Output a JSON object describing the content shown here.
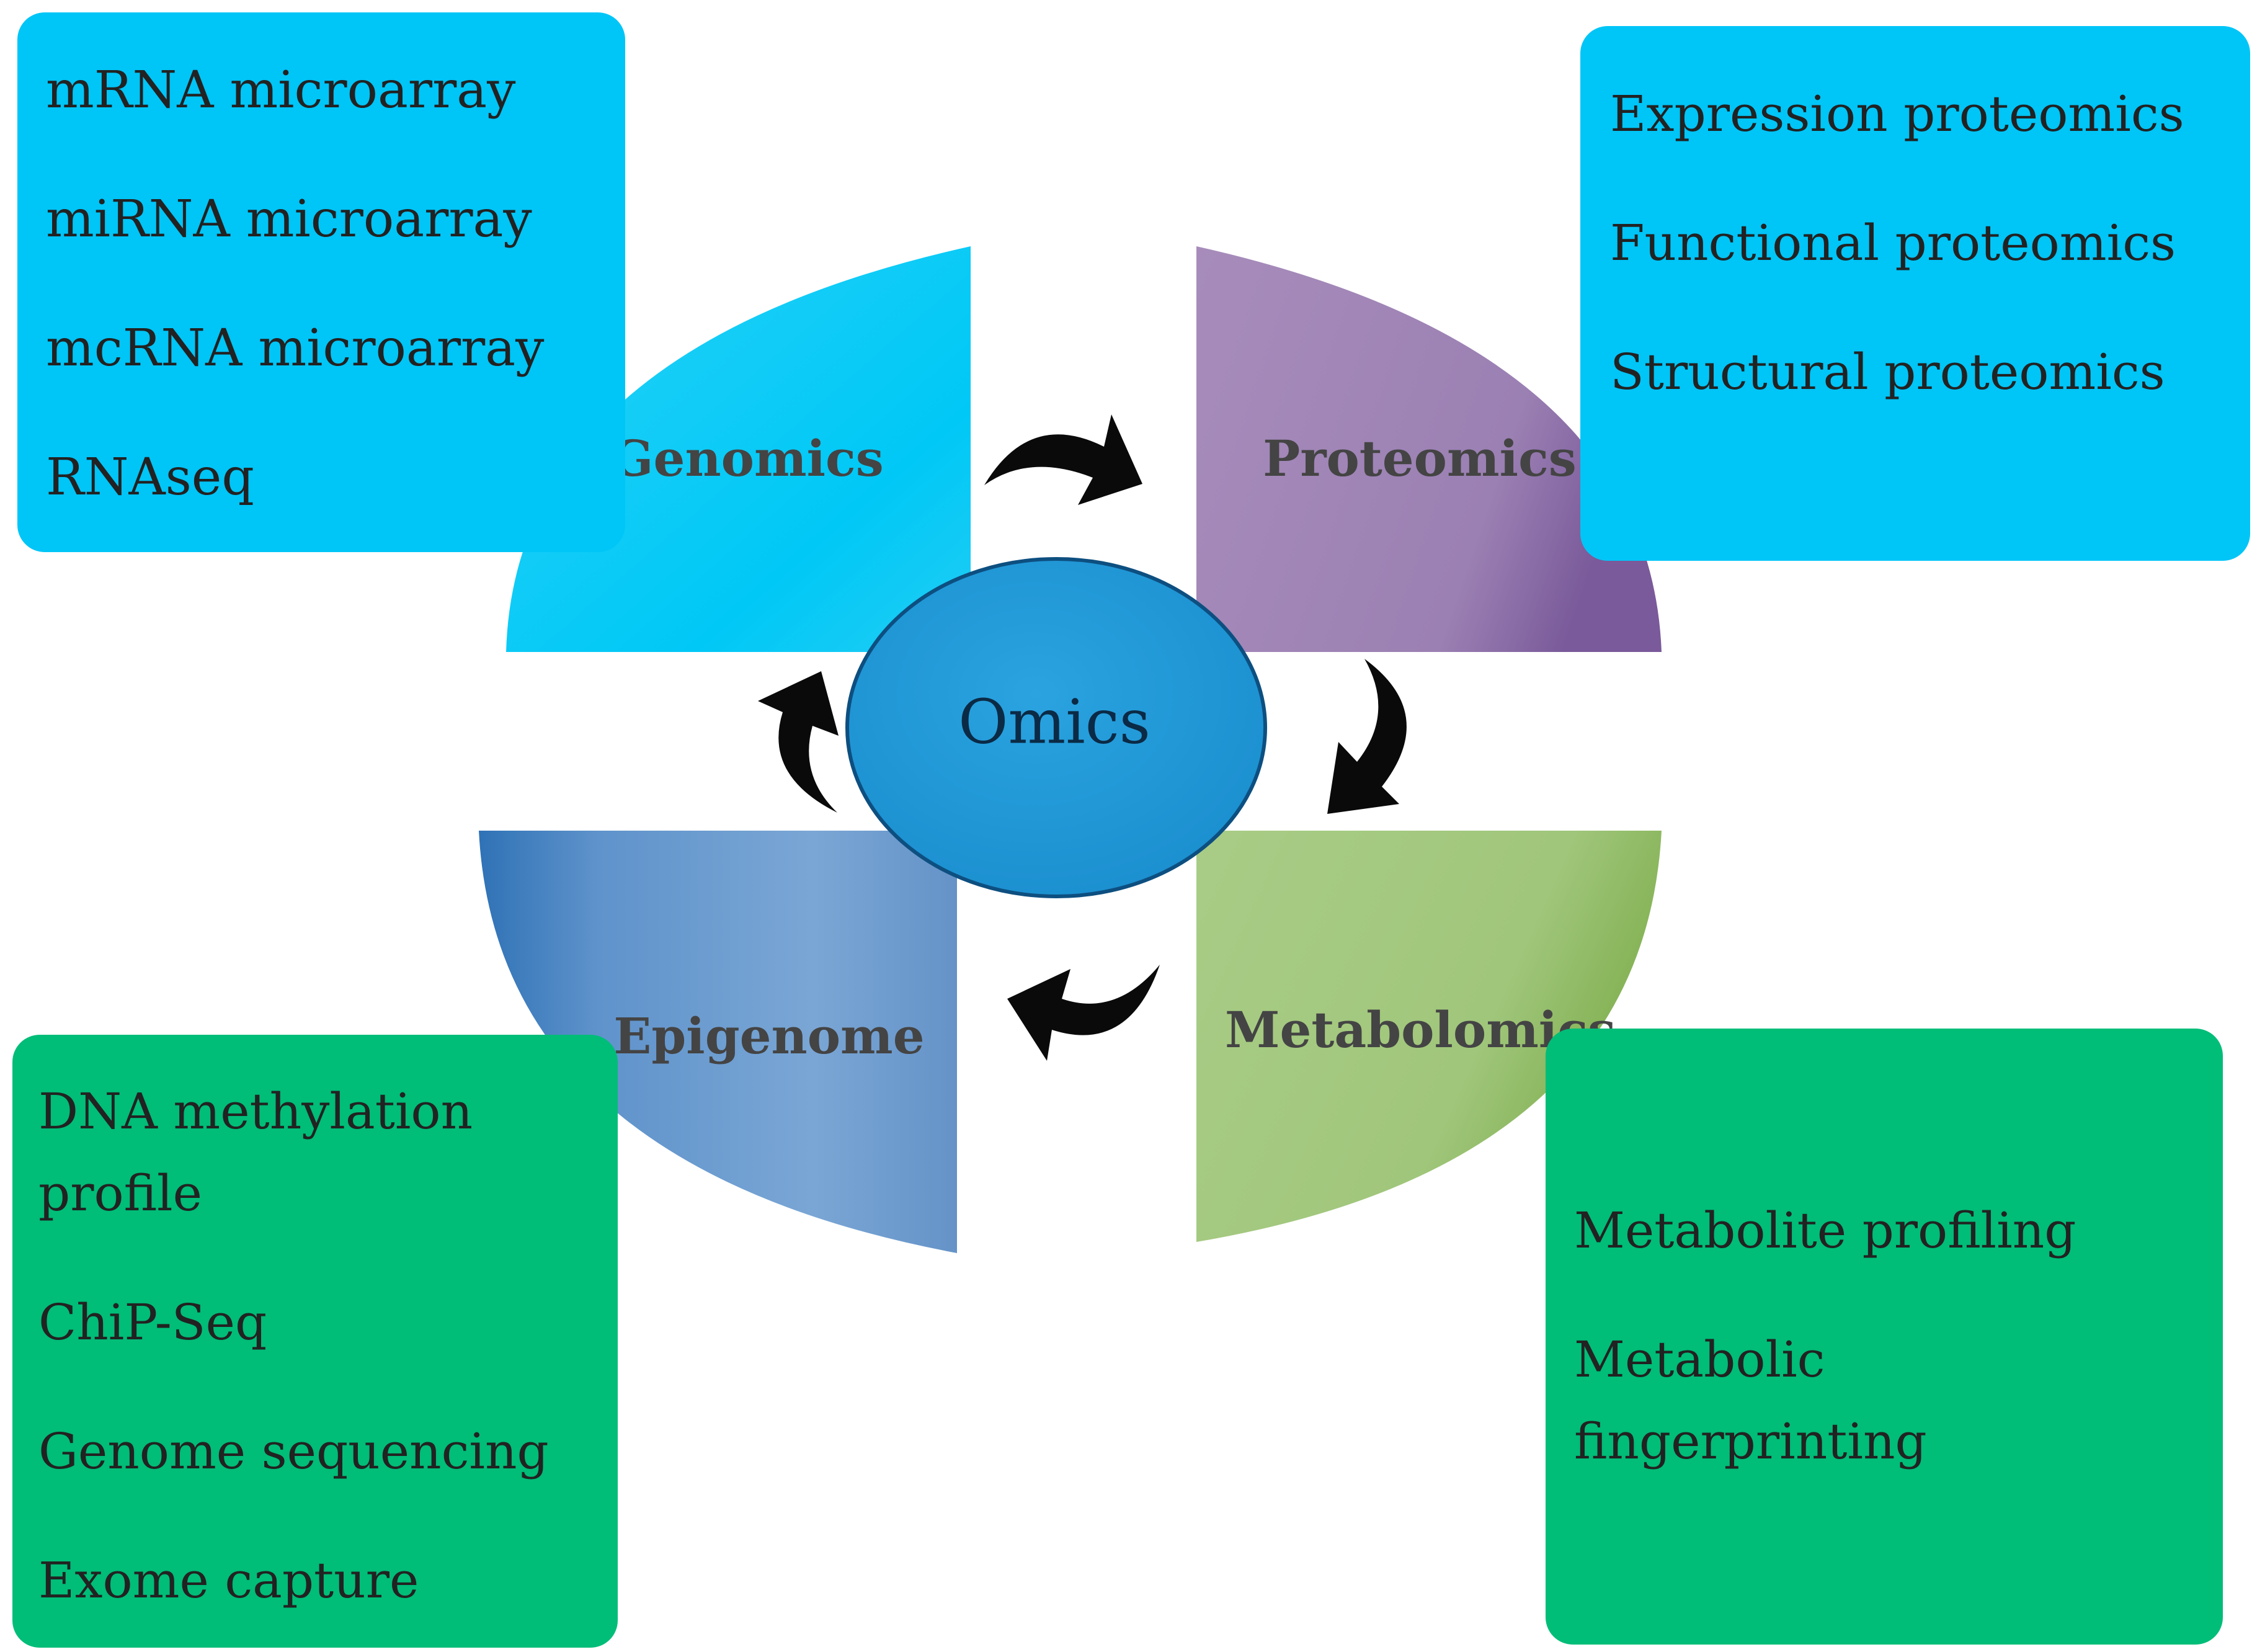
{
  "center": {
    "label": "Omics",
    "color": "#1e9ad8"
  },
  "quadrants": {
    "genomics": {
      "label": "Genomics",
      "color": "#00c9f6"
    },
    "proteomics": {
      "label": "Proteomics",
      "color": "#9f83b6"
    },
    "epigenome": {
      "label": "Epigenome",
      "color": "#6f9fd0"
    },
    "metabolomics": {
      "label": "Metabolomics",
      "color": "#a4c77e"
    }
  },
  "boxes": {
    "genomics": {
      "color": "#00c5f7",
      "items": [
        "mRNA microarray",
        "miRNA microarray",
        "mcRNA microarray",
        "RNAseq"
      ]
    },
    "proteomics": {
      "color": "#00c5f7",
      "items": [
        "Expression proteomics",
        "Functional proteomics",
        "Structural proteomics"
      ]
    },
    "epigenome": {
      "color": "#00bd78",
      "items": [
        "DNA methylation",
        "profile",
        "ChiP-Seq",
        "Genome sequencing",
        "Exome capture"
      ]
    },
    "metabolomics": {
      "color": "#00bd78",
      "items": [
        "Metabolite profiling",
        "Metabolic",
        "fingerprinting"
      ]
    }
  }
}
